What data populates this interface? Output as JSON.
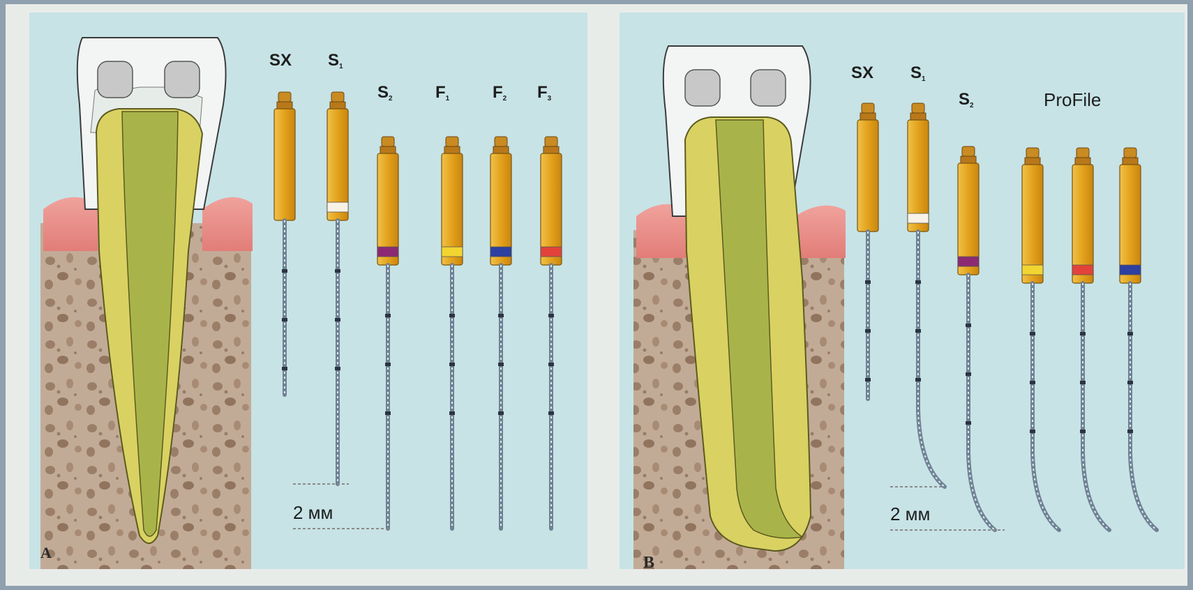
{
  "colors": {
    "background": "#8fa0ae",
    "panel": "#c5e2e4",
    "gum": "#e98a86",
    "bone": "#c2ab96",
    "bone_spot": "#8c6f58",
    "root": "#d9d262",
    "canal": "#a8b44a",
    "crown": "#f3f5f4",
    "handle": "#e3a21c",
    "shaft": "#7c8d9c"
  },
  "panel_a": {
    "letter": "A",
    "file_labels": [
      {
        "main": "SX",
        "sub": ""
      },
      {
        "main": "S",
        "sub": "1"
      },
      {
        "main": "S",
        "sub": "2"
      },
      {
        "main": "F",
        "sub": "1"
      },
      {
        "main": "F",
        "sub": "2"
      },
      {
        "main": "F",
        "sub": "3"
      }
    ],
    "files": [
      {
        "band": "",
        "curve": 0
      },
      {
        "band": "#f7f1e6",
        "curve": 0
      },
      {
        "band": "#8b2a72",
        "curve": 0
      },
      {
        "band": "#f2d530",
        "curve": 0
      },
      {
        "band": "#2d3fa0",
        "curve": 0
      },
      {
        "band": "#e2423a",
        "curve": 0
      }
    ],
    "scale_label": "2 мм"
  },
  "panel_b": {
    "letter": "B",
    "file_labels": [
      {
        "main": "SX",
        "sub": ""
      },
      {
        "main": "S",
        "sub": "1"
      },
      {
        "main": "S",
        "sub": "2"
      }
    ],
    "group_label": "ProFile",
    "files": [
      {
        "band": "",
        "curve": 0
      },
      {
        "band": "#f7f1e6",
        "curve": 1
      },
      {
        "band": "#8b2a72",
        "curve": 1
      },
      {
        "band": "#f2d530",
        "curve": 1
      },
      {
        "band": "#e2423a",
        "curve": 1
      },
      {
        "band": "#2d3fa0",
        "curve": 1
      }
    ],
    "scale_label": "2 мм"
  }
}
